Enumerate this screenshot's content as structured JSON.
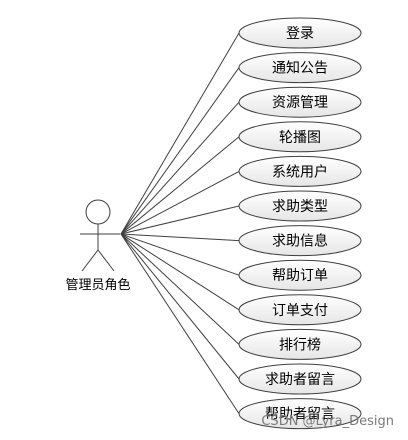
{
  "actor": {
    "label": "管理员角色",
    "icon": "stick-figure-icon"
  },
  "use_cases": [
    {
      "label": "登录"
    },
    {
      "label": "通知公告"
    },
    {
      "label": "资源管理"
    },
    {
      "label": "轮播图"
    },
    {
      "label": "系统用户"
    },
    {
      "label": "求助类型"
    },
    {
      "label": "求助信息"
    },
    {
      "label": "帮助订单"
    },
    {
      "label": "订单支付"
    },
    {
      "label": "排行榜"
    },
    {
      "label": "求助者留言"
    },
    {
      "label": "帮助者留言"
    }
  ],
  "watermark": "CSDN @Lyra_Design",
  "colors": {
    "stroke": "#404040",
    "ellipse_fill_top": "#ffffff",
    "ellipse_fill_bottom": "#e6e6e6",
    "watermark": "#7a7a7a"
  }
}
